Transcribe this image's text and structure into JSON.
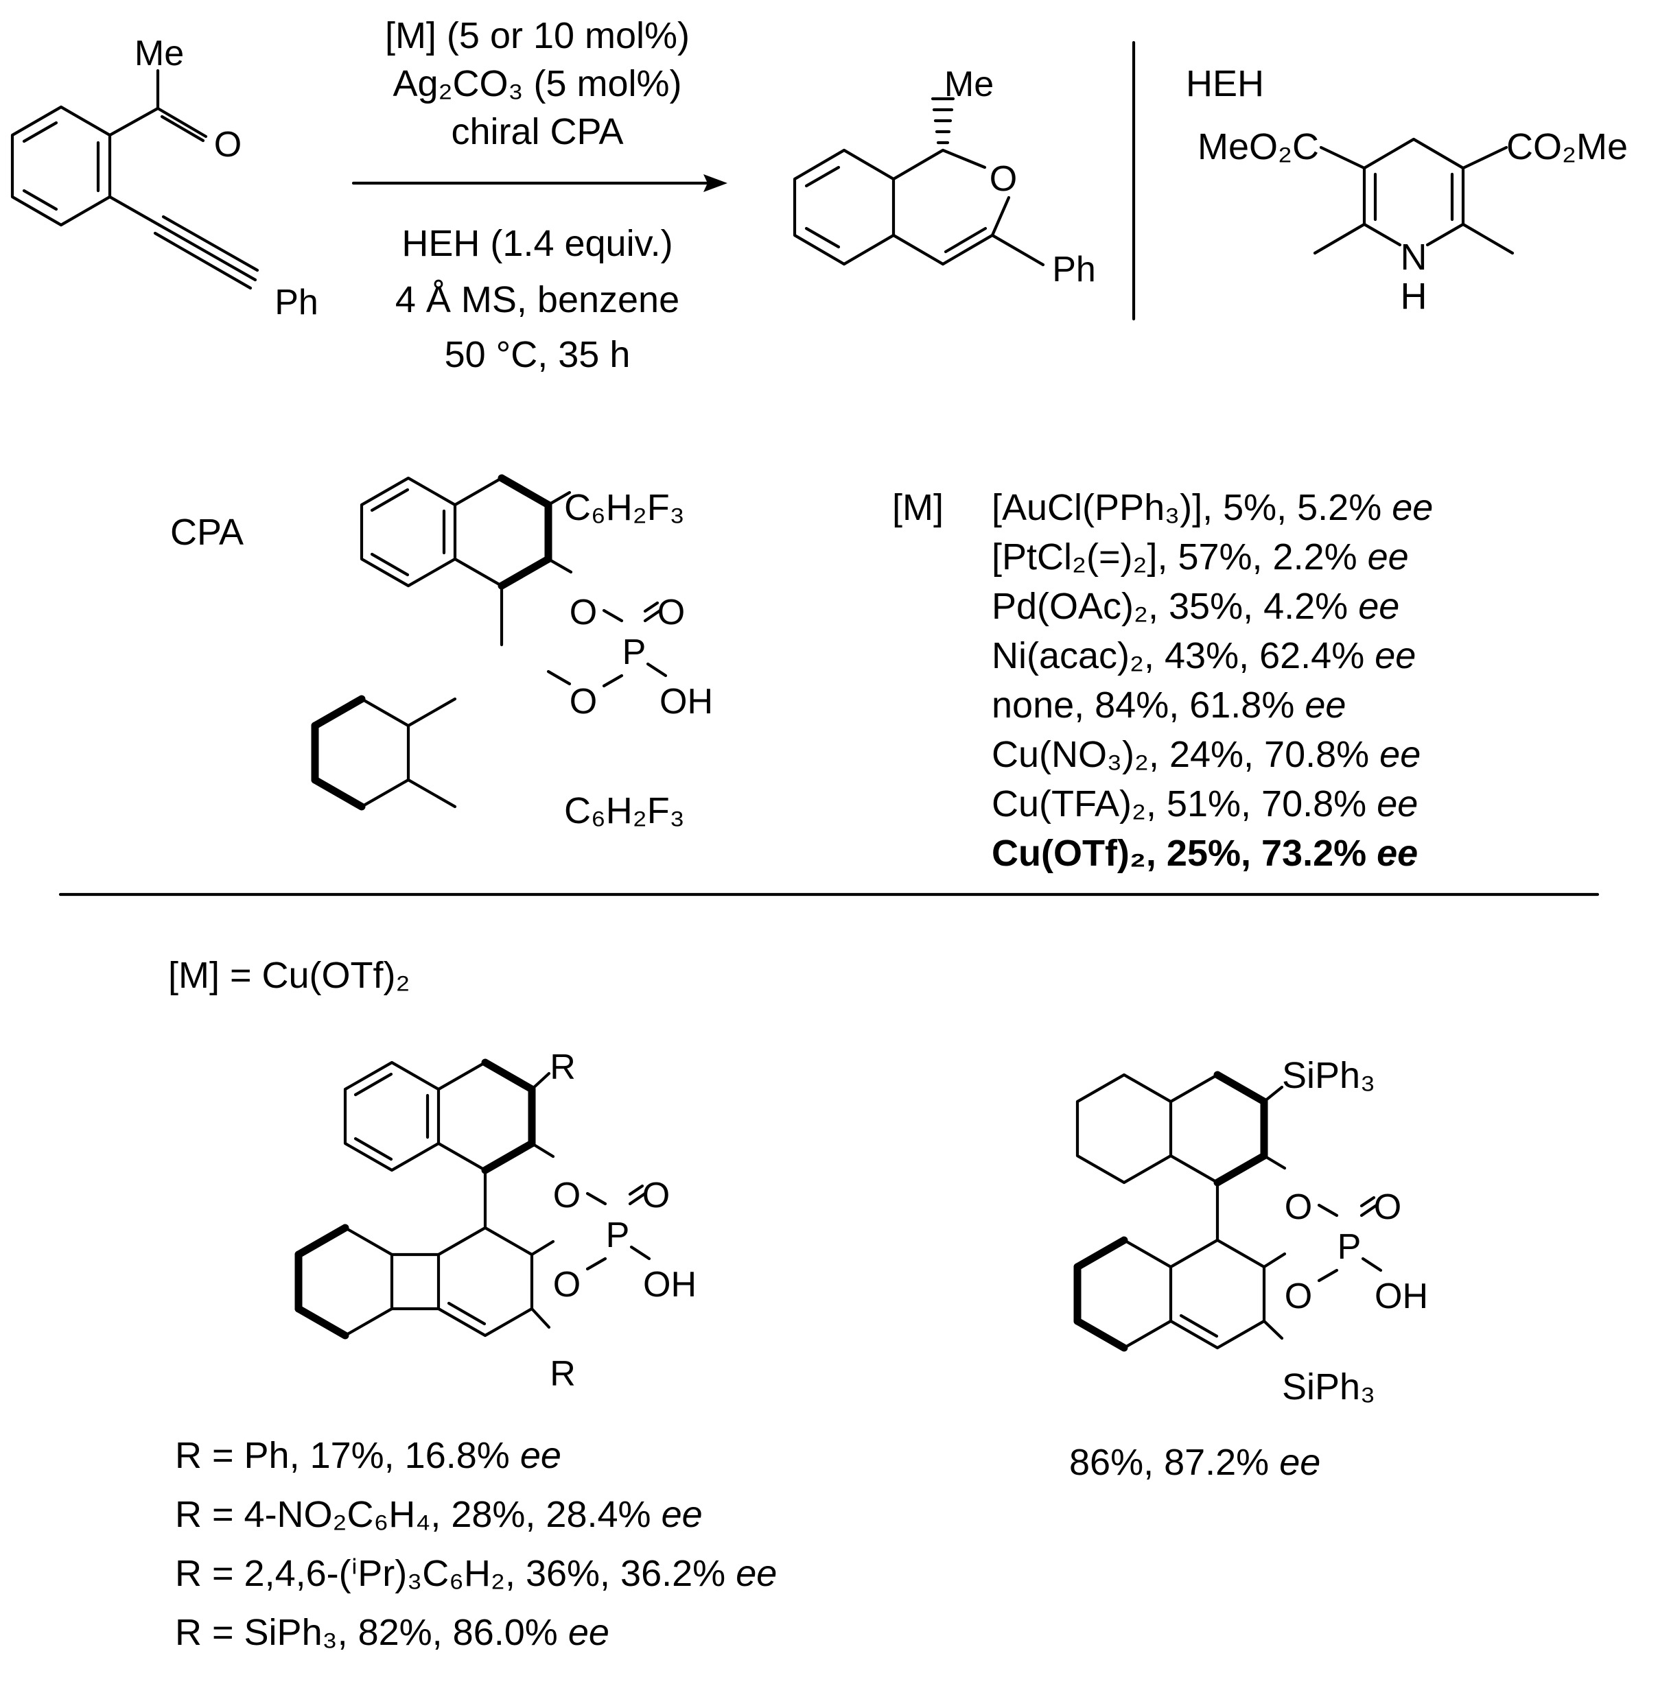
{
  "reaction": {
    "conditions_above": [
      "[M] (5 or 10 mol%)",
      "Ag₂CO₃ (5 mol%)",
      "chiral CPA"
    ],
    "conditions_below": [
      "HEH (1.4 equiv.)",
      "4 Å MS, benzene",
      "50 °C, 35 h"
    ],
    "substrate_labels": {
      "me": "Me",
      "o": "O",
      "ph": "Ph"
    },
    "product_labels": {
      "me": "Me",
      "o": "O",
      "ph": "Ph"
    }
  },
  "heh": {
    "title": "HEH",
    "left_ester": "MeO₂C",
    "right_ester": "CO₂Me",
    "nh": "N",
    "h": "H"
  },
  "cpa": {
    "label": "CPA",
    "substituent_top": "C₆H₂F₃",
    "substituent_bottom": "C₆H₂F₃",
    "o1": "O",
    "o2": "O",
    "p": "P",
    "oxo": "O",
    "oh": "OH"
  },
  "metal_screen": {
    "label": "[M]",
    "entries": [
      {
        "metal": "[AuCl(PPh₃)]",
        "result": ", 5%, 5.2% ",
        "ee": "ee",
        "highlight": false
      },
      {
        "metal": "[PtCl₂(=)₂]",
        "result": ", 57%, 2.2% ",
        "ee": "ee",
        "highlight": false
      },
      {
        "metal": "Pd(OAc)₂",
        "result": ", 35%, 4.2% ",
        "ee": "ee",
        "highlight": false
      },
      {
        "metal": "Ni(acac)₂",
        "result": ", 43%, 62.4% ",
        "ee": "ee",
        "highlight": false
      },
      {
        "metal": "none",
        "result": ", 84%, 61.8% ",
        "ee": "ee",
        "highlight": false
      },
      {
        "metal": "Cu(NO₃)₂",
        "result": ", 24%, 70.8% ",
        "ee": "ee",
        "highlight": false
      },
      {
        "metal": "Cu(TFA)₂",
        "result": ", 51%, 70.8% ",
        "ee": "ee",
        "highlight": false
      },
      {
        "metal": "Cu(OTf)₂",
        "result": ", 25%, 73.2% ",
        "ee": "ee",
        "highlight": true
      }
    ]
  },
  "bottom": {
    "condition": "[M] = Cu(OTf)₂",
    "left_catalyst": {
      "r_top": "R",
      "r_bottom": "R",
      "o1": "O",
      "o2": "O",
      "p": "P",
      "oxo": "O",
      "oh": "OH",
      "results": [
        {
          "r": "R = Ph",
          "result": ", 17%, 16.8% ",
          "ee": "ee"
        },
        {
          "r": "R = 4-NO₂C₆H₄",
          "result": ", 28%, 28.4% ",
          "ee": "ee"
        },
        {
          "r": "R = 2,4,6-(ⁱPr)₃C₆H₂",
          "result": ", 36%, 36.2% ",
          "ee": "ee"
        },
        {
          "r": "R = SiPh₃",
          "result": ", 82%, 86.0% ",
          "ee": "ee"
        }
      ]
    },
    "right_catalyst": {
      "sub_top": "SiPh₃",
      "sub_bottom": "SiPh₃",
      "o1": "O",
      "o2": "O",
      "p": "P",
      "oxo": "O",
      "oh": "OH",
      "result": "86%, 87.2% ",
      "ee": "ee"
    }
  }
}
